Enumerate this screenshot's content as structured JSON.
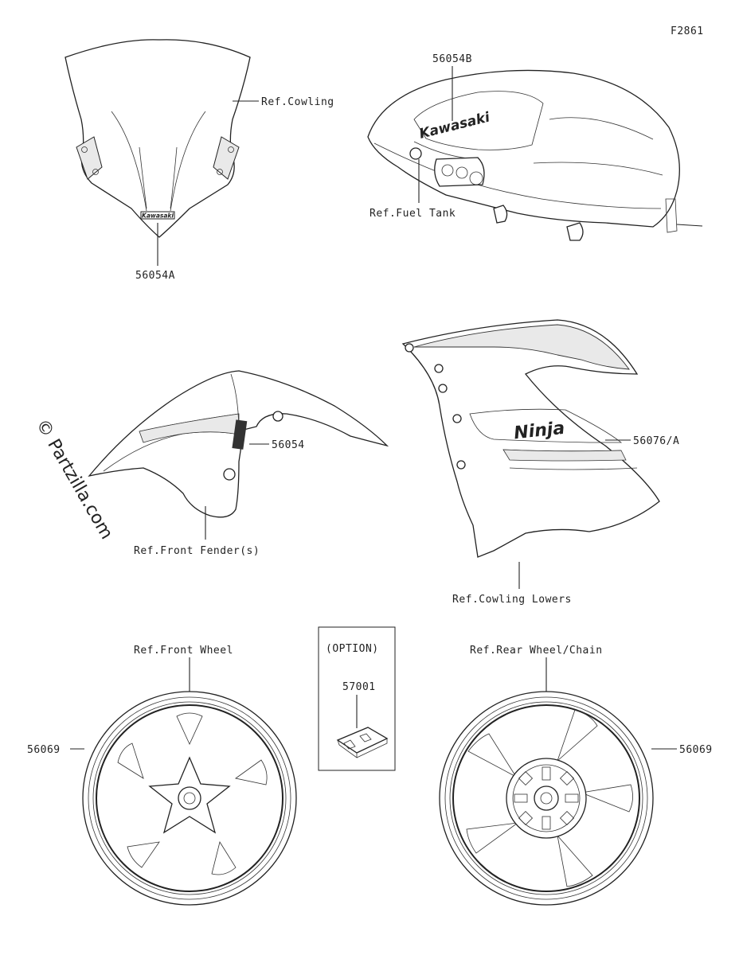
{
  "figure_id": "F2861",
  "watermark": "© Partzilla.com",
  "callouts": {
    "ref_cowling": "Ref.Cowling",
    "part_56054a": "56054A",
    "part_56054b": "56054B",
    "ref_fuel_tank": "Ref.Fuel Tank",
    "part_56054": "56054",
    "ref_front_fender": "Ref.Front Fender(s)",
    "part_56076a": "56076/A",
    "ref_cowling_lowers": "Ref.Cowling Lowers",
    "ref_front_wheel": "Ref.Front Wheel",
    "part_56069_left": "56069",
    "option": "(OPTION)",
    "part_57001": "57001",
    "ref_rear_wheel_chain": "Ref.Rear Wheel/Chain",
    "part_56069_right": "56069"
  },
  "decal_text": {
    "windshield_logo": "Kawasaki",
    "tank_logo": "Kawasaki",
    "cowling_logo": "Ninja"
  }
}
